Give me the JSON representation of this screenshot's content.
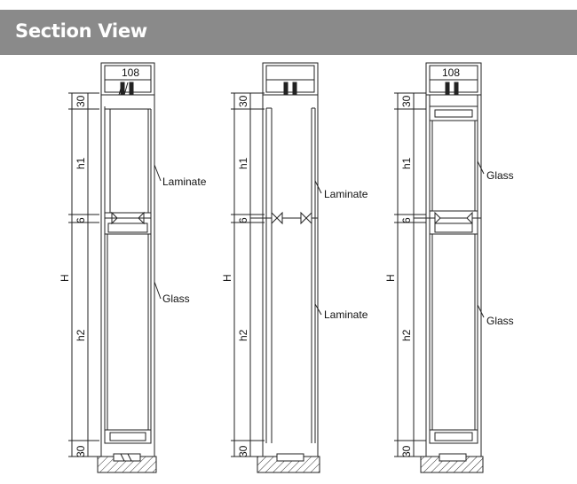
{
  "header": {
    "title": "Section View"
  },
  "colors": {
    "header_bg": "#8a8a8a",
    "header_text": "#ffffff",
    "line": "#222222"
  },
  "sections": [
    {
      "frame_width_label": "108",
      "dimensions": {
        "top": "30",
        "upper": "h1",
        "divider": "6",
        "total": "H",
        "lower": "h2",
        "bottom": "30"
      },
      "panel_labels": {
        "upper": "Laminate",
        "lower": "Glass"
      }
    },
    {
      "frame_width_label": "",
      "dimensions": {
        "top": "30",
        "upper": "h1",
        "divider": "6",
        "total": "H",
        "lower": "h2",
        "bottom": "30"
      },
      "panel_labels": {
        "upper": "Laminate",
        "lower": "Laminate"
      }
    },
    {
      "frame_width_label": "108",
      "dimensions": {
        "top": "30",
        "upper": "h1",
        "divider": "6",
        "total": "H",
        "lower": "h2",
        "bottom": "30"
      },
      "panel_labels": {
        "upper": "Glass",
        "lower": "Glass"
      }
    }
  ]
}
